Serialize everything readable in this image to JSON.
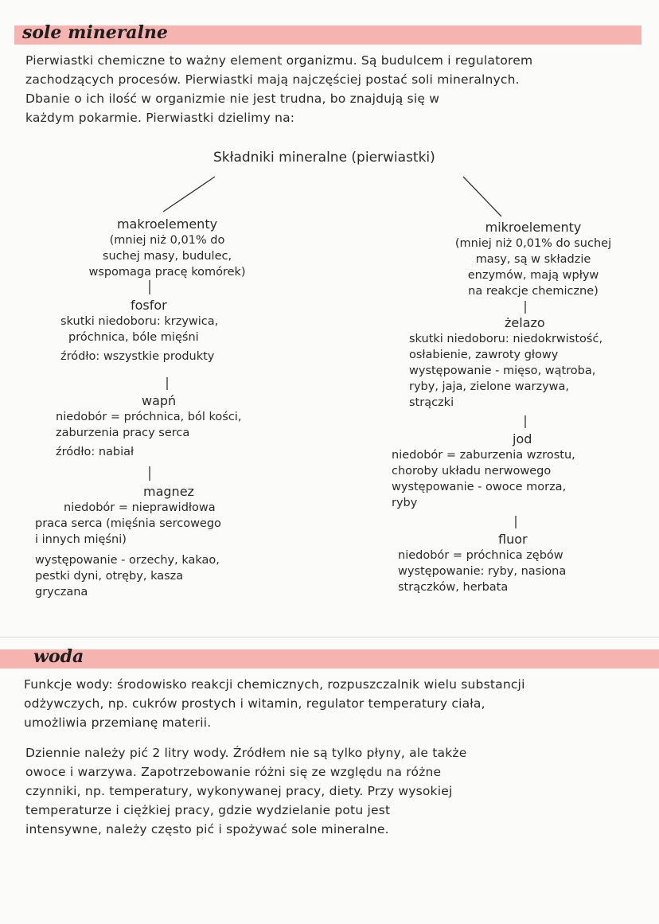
{
  "section1": {
    "heading": "sole mineralne",
    "intro": [
      "Pierwiastki chemiczne to ważny element organizmu. Są budulcem i regulatorem",
      "zachodzących procesów. Pierwiastki mają najczęściej postać soli mineralnych.",
      "Dbanie o ich ilość w organizmie nie jest trudna, bo znajdują się w",
      "każdym pokarmie. Pierwiastki dzielimy na:"
    ],
    "diagram_title": "Składniki mineralne (pierwiastki)",
    "macro": {
      "title": "makroelementy",
      "desc": [
        "(mniej niż 0,01% do",
        "suchej masy, budulec,",
        "wspomaga pracę komórek)"
      ],
      "elements": [
        {
          "name": "fosfor",
          "lines": [
            "skutki niedoboru: krzywica,",
            "próchnica, bóle mięśni",
            "źródło: wszystkie produkty"
          ]
        },
        {
          "name": "wapń",
          "lines": [
            "niedobór = próchnica, ból kości,",
            "zaburzenia pracy serca",
            "źródło: nabiał"
          ]
        },
        {
          "name": "magnez",
          "lines": [
            "niedobór = nieprawidłowa",
            "praca serca (mięśnia sercowego",
            "i innych mięśni)",
            "występowanie - orzechy, kakao,",
            "pestki dyni, otręby, kasza",
            "gryczana"
          ]
        }
      ]
    },
    "micro": {
      "title": "mikroelementy",
      "desc": [
        "(mniej niż 0,01% do suchej",
        "masy, są w składzie",
        "enzymów, mają wpływ",
        "na reakcje chemiczne)"
      ],
      "elements": [
        {
          "name": "żelazo",
          "lines": [
            "skutki niedoboru: niedokrwistość,",
            "osłabienie, zawroty głowy",
            "występowanie - mięso, wątroba,",
            "ryby, jaja, zielone warzywa,",
            "strączki"
          ]
        },
        {
          "name": "jod",
          "lines": [
            "niedobór = zaburzenia wzrostu,",
            "choroby układu nerwowego",
            "występowanie - owoce morza,",
            "ryby"
          ]
        },
        {
          "name": "fluor",
          "lines": [
            "niedobór = próchnica zębów",
            "występowanie: ryby, nasiona",
            "strączków, herbata"
          ]
        }
      ]
    }
  },
  "section2": {
    "heading": "woda",
    "para1": [
      "Funkcje wody: środowisko reakcji chemicznych, rozpuszczalnik wielu substancji",
      "odżywczych, np. cukrów prostych i witamin, regulator temperatury ciała,",
      "umożliwia przemianę materii."
    ],
    "para2": [
      "Dziennie należy pić 2 litry wody. Źródłem nie są tylko płyny, ale także",
      "owoce i warzywa. Zapotrzebowanie różni się ze względu na różne",
      "czynniki, np. temperatury, wykonywanej pracy, diety. Przy wysokiej",
      "temperaturze i ciężkiej pracy, gdzie wydzielanie potu jest",
      "intensywne, należy często pić i spożywać sole mineralne."
    ]
  },
  "colors": {
    "highlight": "#f3a7a3",
    "ink": "#2a2a2a",
    "paper": "#fbfbf9"
  }
}
